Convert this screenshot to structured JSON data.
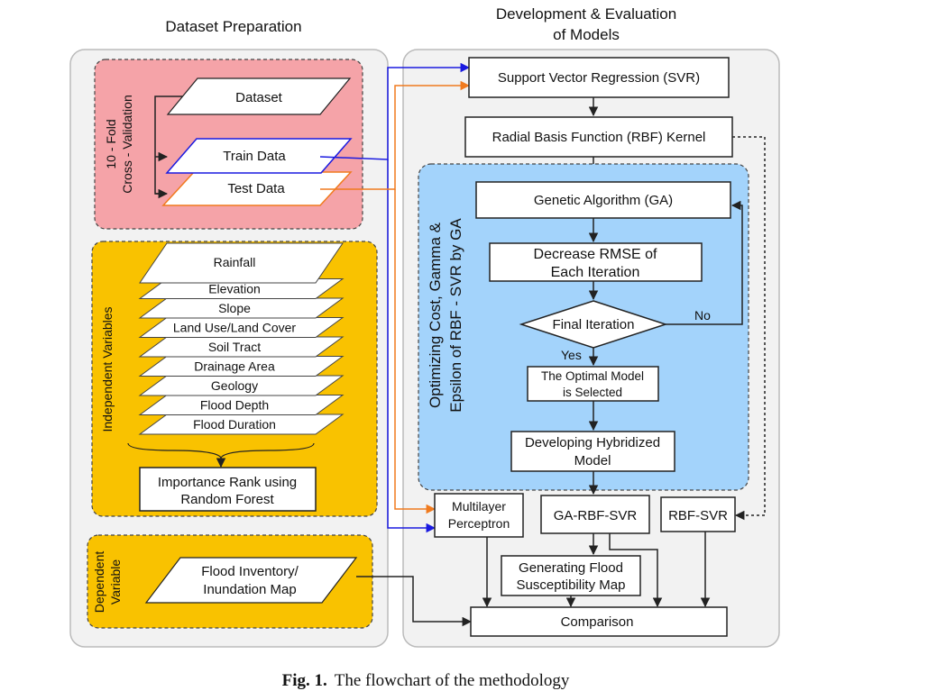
{
  "headers": {
    "left": "Dataset Preparation",
    "right_line1": "Development & Evaluation",
    "right_line2": "of Models"
  },
  "crossval": {
    "side_line1": "10 - Fold",
    "side_line2": "Cross - Validation",
    "dataset": "Dataset",
    "train": "Train Data",
    "test": "Test Data"
  },
  "independent": {
    "side_label": "Independent Variables",
    "layers": [
      "Rainfall",
      "Elevation",
      "Slope",
      "Land Use/Land Cover",
      "Soil Tract",
      "Drainage Area",
      "Geology",
      "Flood Depth",
      "Flood Duration"
    ],
    "rank_line1": "Importance Rank using",
    "rank_line2": "Random Forest"
  },
  "dependent": {
    "side_line1": "Dependent",
    "side_line2": "Variable",
    "map_line1": "Flood Inventory/",
    "map_line2": "Inundation Map"
  },
  "models": {
    "svr": "Support Vector Regression (SVR)",
    "rbf": "Radial Basis Function (RBF) Kernel",
    "opt_line1": "Optimizing Cost, Gamma &",
    "opt_line2": "Epsilon of RBF - SVR by GA",
    "ga": "Genetic Algorithm (GA)",
    "rmse_line1": "Decrease RMSE of",
    "rmse_line2": "Each Iteration",
    "final": "Final Iteration",
    "no": "No",
    "yes": "Yes",
    "optimal_line1": "The Optimal Model",
    "optimal_line2": "is Selected",
    "hybrid_line1": "Developing Hybridized",
    "hybrid_line2": "Model",
    "mlp_line1": "Multilayer",
    "mlp_line2": "Perceptron",
    "ga_rbf_svr": "GA-RBF-SVR",
    "rbf_svr": "RBF-SVR",
    "gen_line1": "Generating Flood",
    "gen_line2": "Susceptibility Map",
    "comparison": "Comparison"
  },
  "caption": {
    "fig": "Fig. 1.",
    "text": "The flowchart of the methodology"
  },
  "colors": {
    "crossval_fill": "#f5a3a8",
    "yellow_fill": "#f9c200",
    "blue_fill": "#a3d3fb",
    "panel_fill": "#f2f2f2",
    "train_arrow": "#1a1ae0",
    "test_arrow": "#f07a1e"
  }
}
